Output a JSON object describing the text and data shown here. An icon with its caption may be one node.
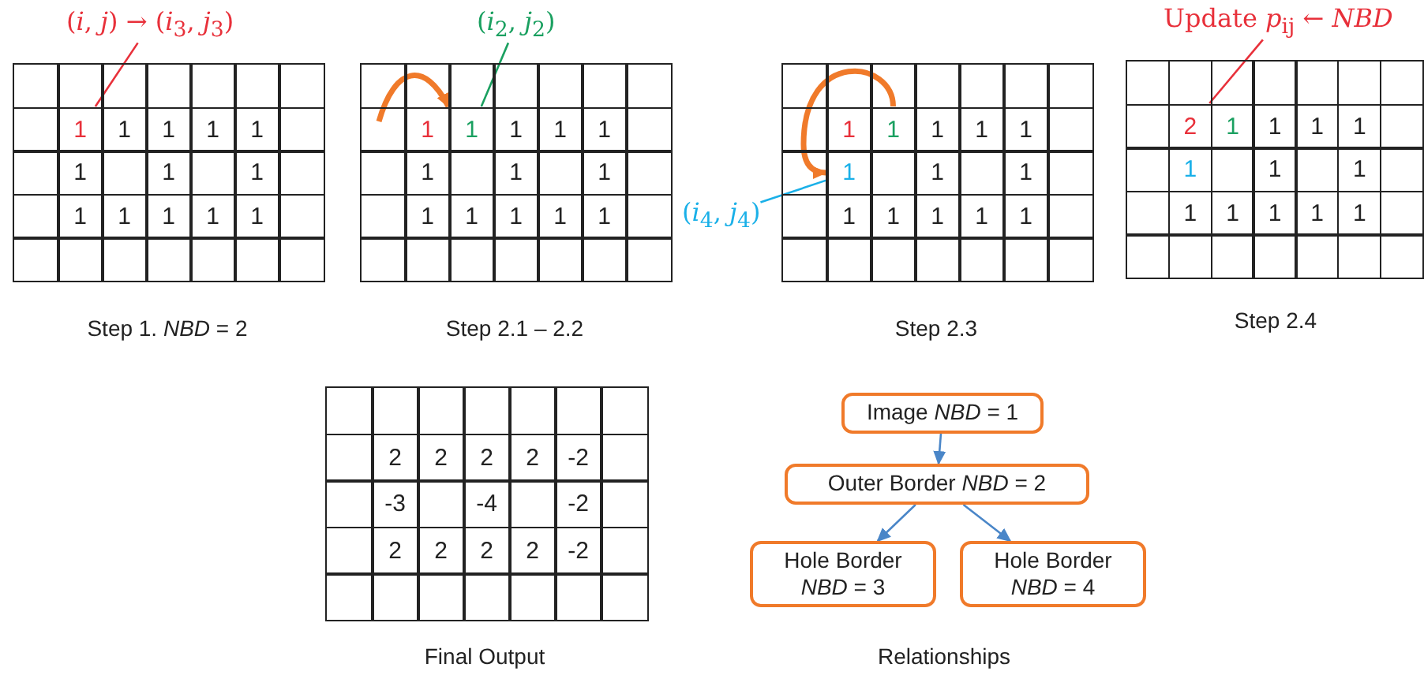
{
  "diagram": {
    "nodes": [
      {
        "text": [
          "(*i*, *j*) → (*i*$_{3}$, *j*$_{3}$)"
        ]
      },
      {
        "text": [
          "1"
        ]
      },
      {
        "text": [
          "(*i*$_{2}$, *j*$_{2}$)"
        ]
      },
      {
        "text": [
          "1"
        ]
      },
      {
        "text": [
          "1"
        ]
      },
      {
        "text": [
          "1"
        ]
      },
      {
        "text": [
          "(*i*$_{4}$, *j*$_{4}$)"
        ]
      },
      {
        "text": [
          "Update *p*$_{ij}$ ← *NBD*"
        ]
      },
      {
        "text": [
          "2"
        ]
      },
      {
        "text": [
          "Image *NBD* = 1"
        ]
      },
      {
        "text": [
          "Outer Border *NBD* = 2"
        ]
      },
      {
        "text": [
          "Hole Border",
          "*NBD* = 3"
        ]
      },
      {
        "text": [
          "Hole Border",
          "*NBD* = 4"
        ]
      }
    ],
    "edges": [
      {
        "from": 0,
        "to": 1,
        "arrow": "none",
        "color": "#e8303a"
      },
      {
        "from": 2,
        "to": 3,
        "arrow": "none",
        "color": "#1aa060"
      },
      {
        "from": null,
        "to": 3,
        "arrow": "to",
        "style": "thick",
        "color": "#f07a2a"
      },
      {
        "from": 4,
        "to": 5,
        "arrow": "to",
        "style": "thick",
        "color": "#f07a2a"
      },
      {
        "from": 6,
        "to": 5,
        "arrow": "none",
        "color": "#1ab0e8"
      },
      {
        "from": 7,
        "to": 8,
        "arrow": "none",
        "color": "#e8303a"
      },
      {
        "from": 9,
        "to": 10,
        "arrow": "to"
      },
      {
        "from": 10,
        "to": 11,
        "arrow": "to"
      },
      {
        "from": 10,
        "to": 12,
        "arrow": "to"
      }
    ],
    "labels": [
      "1",
      "1",
      "1",
      "1",
      "1",
      "1",
      "1",
      "1",
      "1",
      "1",
      "1",
      "1",
      "Step 1. *NBD* = 2",
      "1",
      "1",
      "1",
      "1",
      "1",
      "1",
      "1",
      "1",
      "1",
      "1",
      "1",
      "1",
      "Step 2.1 – 2.2",
      "1",
      "1",
      "1",
      "1",
      "1",
      "1",
      "1",
      "1",
      "1",
      "1",
      "1",
      "Step 2.3",
      "1",
      "1",
      "1",
      "1",
      "1",
      "1",
      "1",
      "1",
      "1",
      "1",
      "1",
      "1",
      "Step 2.4",
      "2",
      "2",
      "2",
      "2",
      "-2",
      "-3",
      "-4",
      "-2",
      "2",
      "2",
      "2",
      "2",
      "-2",
      "Final Output",
      "Relationships"
    ]
  }
}
